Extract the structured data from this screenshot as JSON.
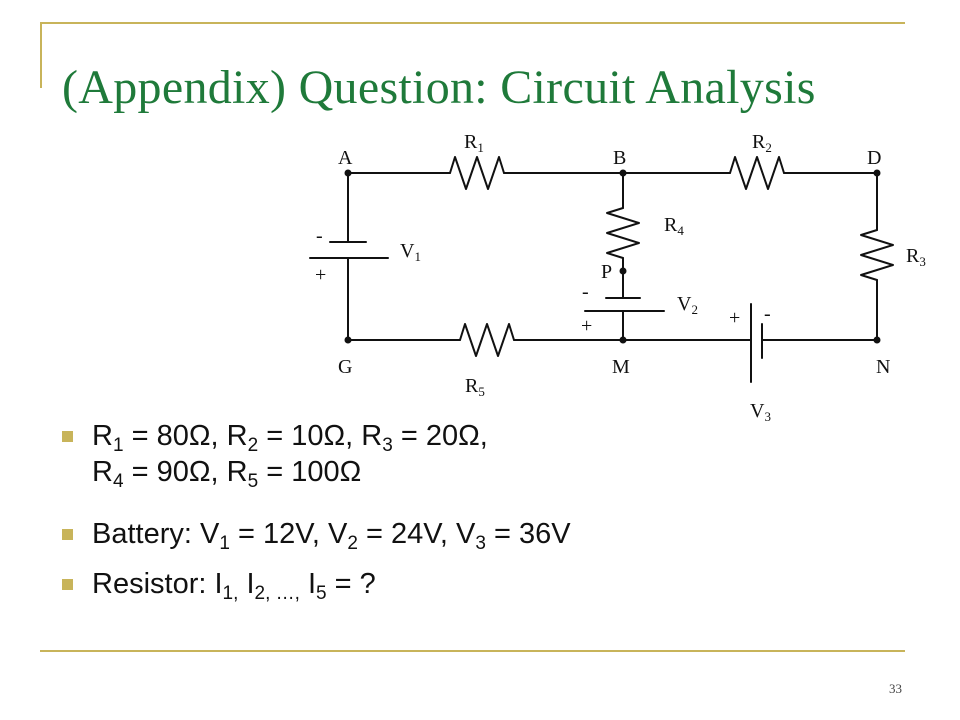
{
  "slide": {
    "title": "(Appendix) Question: Circuit Analysis",
    "page_number": "33"
  },
  "circuit": {
    "nodes": [
      "A",
      "B",
      "D",
      "P",
      "G",
      "M",
      "N"
    ],
    "resistors": [
      {
        "name": "R",
        "sub": "1"
      },
      {
        "name": "R",
        "sub": "2"
      },
      {
        "name": "R",
        "sub": "3"
      },
      {
        "name": "R",
        "sub": "4"
      },
      {
        "name": "R",
        "sub": "5"
      }
    ],
    "batteries": [
      {
        "name": "V",
        "sub": "1"
      },
      {
        "name": "V",
        "sub": "2"
      },
      {
        "name": "V",
        "sub": "3"
      }
    ],
    "polarity": {
      "minus": "-",
      "plus": "+"
    }
  },
  "bullets": {
    "line1a": [
      {
        "t": "R"
      },
      {
        "s": "1"
      },
      {
        "t": " = 80Ω, R"
      },
      {
        "s": "2"
      },
      {
        "t": " = 10Ω, R"
      },
      {
        "s": "3"
      },
      {
        "t": " = 20Ω,"
      }
    ],
    "line1b": [
      {
        "t": "R"
      },
      {
        "s": "4"
      },
      {
        "t": " = 90Ω, R"
      },
      {
        "s": "5"
      },
      {
        "t": " = 100Ω"
      }
    ],
    "line2": [
      {
        "t": "Battery: V"
      },
      {
        "s": "1"
      },
      {
        "t": " = 12V, V"
      },
      {
        "s": "2"
      },
      {
        "t": " = 24V, V"
      },
      {
        "s": "3"
      },
      {
        "t": " = 36V"
      }
    ],
    "line3": [
      {
        "t": "Resistor: I"
      },
      {
        "s": "1,"
      },
      {
        "t": " I"
      },
      {
        "s": "2, …,"
      },
      {
        "t": " I"
      },
      {
        "s": "5"
      },
      {
        "t": " = ?"
      }
    ]
  }
}
